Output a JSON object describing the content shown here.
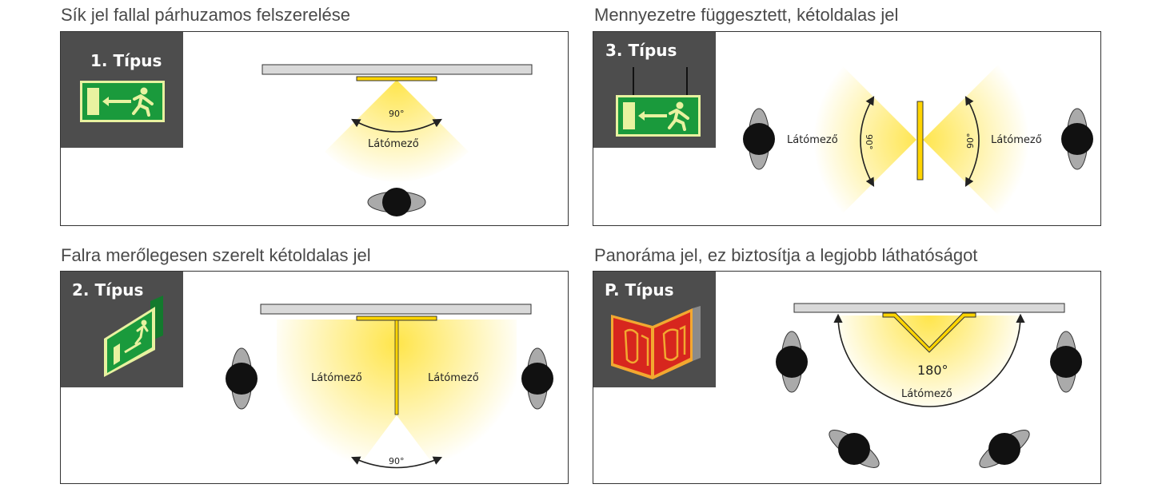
{
  "panels": [
    {
      "title": "Sík jel fallal párhuzamos felszerelése",
      "type_label": "1. Típus",
      "angle": "90°",
      "field": "Látómező"
    },
    {
      "title": "Mennyezetre függesztett, kétoldalas jel",
      "type_label": "3. Típus",
      "angle_left": "90°",
      "angle_right": "90°",
      "field_left": "Látómező",
      "field_right": "Látómező"
    },
    {
      "title": "Falra merőlegesen szerelt kétoldalas jel",
      "type_label": "2. Típus",
      "angle": "90°",
      "field_left": "Látómező",
      "field_right": "Látómező"
    },
    {
      "title": "Panoráma jel, ez biztosítja a legjobb láthatóságot",
      "type_label": "P. Típus",
      "angle": "180°",
      "field": "Látómező"
    }
  ],
  "colors": {
    "type_box": "#4d4d4d",
    "sign_green": "#1a9a3c",
    "sign_glow": "#e8f2a0",
    "sign_panel": "#ffd400",
    "ceiling_bar": "#d9d9d9",
    "light_yellow": "#ffe54a",
    "fire_red": "#d7261e",
    "person": "#111111",
    "shoulder": "#aaaaaa"
  }
}
